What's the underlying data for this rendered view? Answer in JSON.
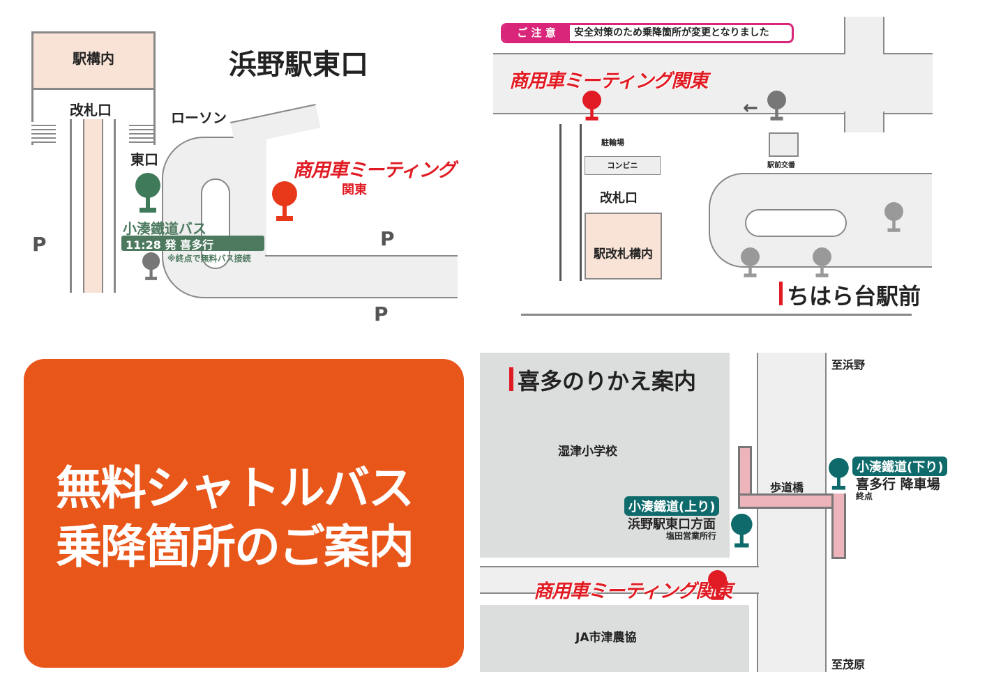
{
  "hamano": {
    "title": "浜野駅東口",
    "station_inside": "駅構内",
    "ticket_gate": "改札口",
    "lawson": "ローソン",
    "east_exit": "東口",
    "bus_name": "小湊鐵道バス",
    "bus_time": "11:28 発 喜多行",
    "bus_note": "※終点で無料バス接続",
    "logo": "商用車ミーティング",
    "logo_sub": "関東",
    "parking": "P"
  },
  "chihara": {
    "notice_label": "ご 注 意",
    "notice_text": "安全対策のため乗降箇所が変更となりました",
    "logo": "商用車ミーティング関東",
    "bicycle": "駐輪場",
    "convenience": "コンビニ",
    "ticket_gate": "改札口",
    "gate_inside": "駅改札構内",
    "police_box": "駅前交番",
    "title": "ちはら台駅前"
  },
  "card": {
    "line1": "無料シャトルバス",
    "line2": "乗降箇所のご案内"
  },
  "kita": {
    "title": "喜多のりかえ案内",
    "school": "湿津小学校",
    "to_hamano": "至浜野",
    "to_mobara": "至茂原",
    "footbridge": "歩道橋",
    "down_badge": "小湊鐵道(下り)",
    "down_dest": "喜多行 降車場",
    "down_note": "終点",
    "up_badge": "小湊鐵道(上り)",
    "up_dest": "浜野駅東口方面",
    "up_note": "塩田営業所行",
    "logo": "商用車ミーティング関東",
    "ja": "JA市津農協"
  },
  "colors": {
    "accent_orange": "#e8561a",
    "brand_red": "#e01b23",
    "bus_green": "#0f6b6b",
    "notice_pink": "#d9267a"
  }
}
